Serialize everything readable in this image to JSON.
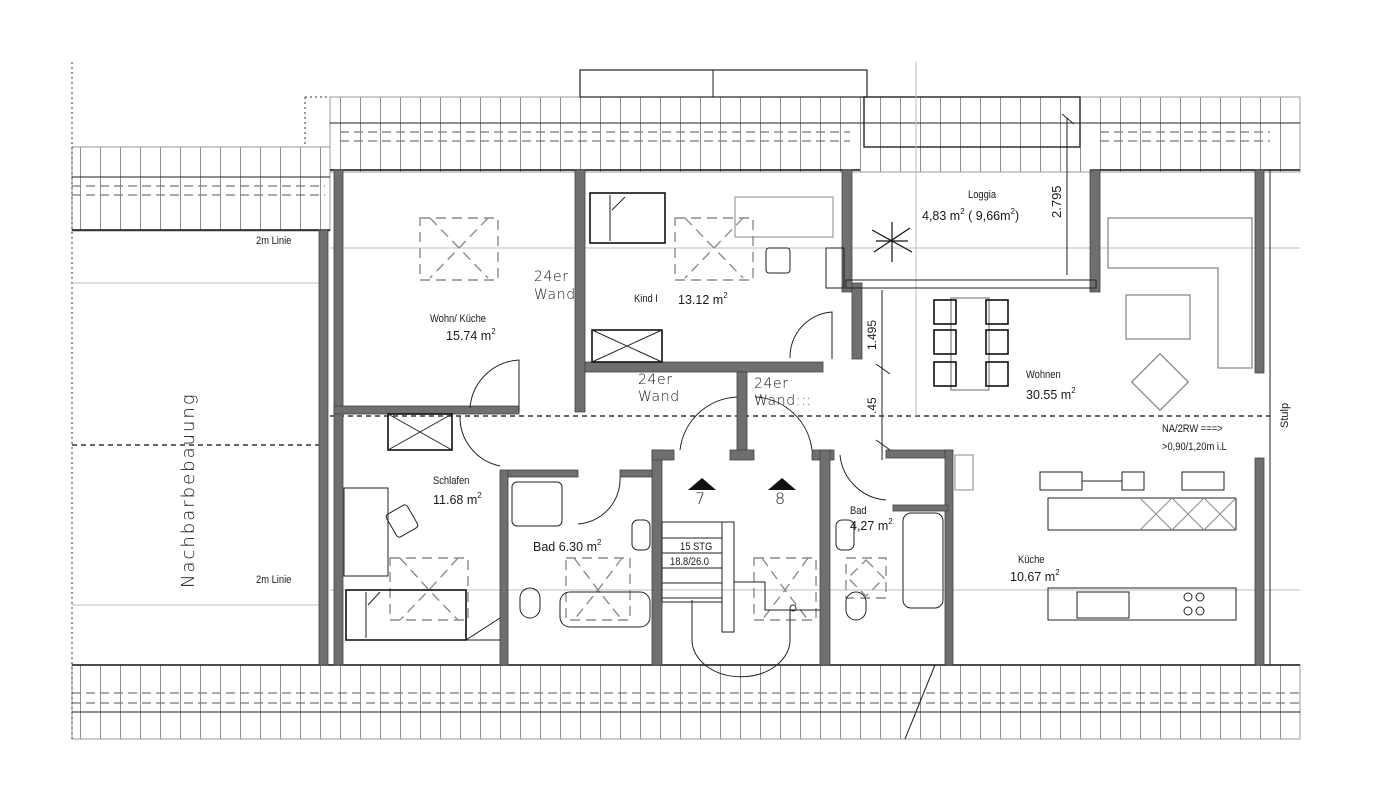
{
  "drawing": {
    "type": "floor-plan",
    "level": "attic apartment floor plan",
    "colors": {
      "wall": "#6f6f6f",
      "line": "#222222",
      "furniture": "#8a8a8a",
      "background": "#ffffff"
    }
  },
  "rooms": [
    {
      "id": "wohn-kueche",
      "name": "Wohn/ Küche",
      "area": "15.74 m²",
      "area_value": "15.74",
      "unit": "m"
    },
    {
      "id": "kind",
      "name": "Kind I",
      "area": "13.12 m²",
      "area_value": "13.12",
      "unit": "m"
    },
    {
      "id": "loggia",
      "name": "Loggia",
      "area": "4,83 m² ( 9,66m²)",
      "area_value": "4,83 m",
      "area_extra": "( 9,66m",
      "area_extra_close": ")"
    },
    {
      "id": "wohnen",
      "name": "Wohnen",
      "area": "30.55 m²",
      "area_value": "30.55",
      "unit": "m"
    },
    {
      "id": "schlafen",
      "name": "Schlafen",
      "area": "11.68 m²",
      "area_value": "11.68",
      "unit": "m"
    },
    {
      "id": "bad1",
      "name": "Bad",
      "area": "6.30 m²",
      "area_value": "6.30",
      "unit": "m"
    },
    {
      "id": "bad2",
      "name": "Bad",
      "area": "4,27 m²",
      "area_value": "4,27",
      "unit": "m"
    },
    {
      "id": "kueche",
      "name": "Küche",
      "area": "10.67 m²",
      "area_value": "10.67",
      "unit": "m"
    }
  ],
  "annotations": {
    "wall_note_1": {
      "line1": "24er",
      "line2": "Wand"
    },
    "wall_note_2": {
      "line1": "24er",
      "line2": "Wand"
    },
    "wall_note_3": {
      "line1": "24er",
      "line2": "Wand:::"
    },
    "neighbor": "Nachbarbebauung",
    "line_2m_top": "2m Linie",
    "line_2m_bottom": "2m Linie",
    "stulp": "Stulp",
    "escape_window_line1": "NA/2RW ===>",
    "escape_window_line2": ">0,90/1,20m i.L",
    "superscript": "2"
  },
  "dimensions": {
    "loggia_depth": "2.795",
    "wall_segment": "1.495",
    "small_gap": ".45"
  },
  "stairs": {
    "step_marker_left": "7",
    "step_marker_right": "8",
    "steps_label": "15 STG",
    "ratio_label": "18.8/26.0"
  }
}
